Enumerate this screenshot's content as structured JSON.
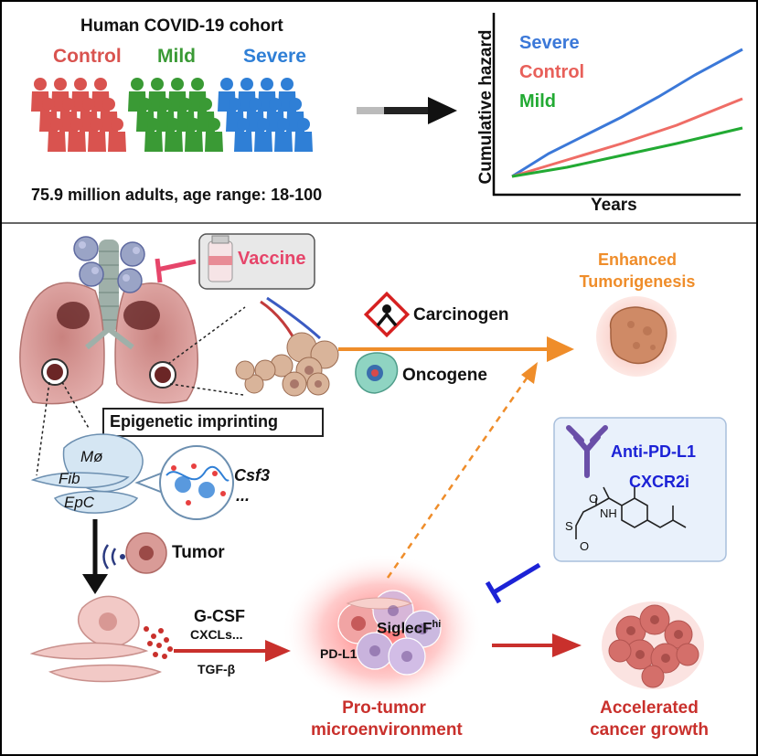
{
  "cohort": {
    "title": "Human COVID-19 cohort",
    "groups": [
      {
        "label": "Control",
        "color": "#d9534f"
      },
      {
        "label": "Mild",
        "color": "#3a9a35"
      },
      {
        "label": "Severe",
        "color": "#2f7fd6"
      }
    ],
    "caption": "75.9 million adults, age range: 18-100"
  },
  "hazard_plot": {
    "ylabel": "Cumulative hazard",
    "xlabel": "Years",
    "legend": [
      {
        "label": "Severe",
        "color": "#3b78d8"
      },
      {
        "label": "Control",
        "color": "#e8605a"
      },
      {
        "label": "Mild",
        "color": "#22aa33"
      }
    ]
  },
  "lower": {
    "vaccine": "Vaccine",
    "epigenetic": "Epigenetic imprinting",
    "cells": [
      "Mø",
      "Fib",
      "EpC"
    ],
    "gene": "Csf3",
    "gene_more": "...",
    "tumor": "Tumor",
    "carcinogen": "Carcinogen",
    "oncogene": "Oncogene",
    "enhanced": [
      "Enhanced",
      "Tumorigenesis"
    ],
    "drugs": [
      "Anti-PD-L1",
      "CXCR2i"
    ],
    "factors": {
      "gcsf": "G-CSF",
      "cxcls": "CXCLs...",
      "tgfb": "TGF-β"
    },
    "siglec": "SiglecF",
    "siglec_sup": "hi",
    "pdl1": "PD-L1",
    "micro": [
      "Pro-tumor",
      "microenvironment"
    ],
    "growth": [
      "Accelerated",
      "cancer growth"
    ]
  },
  "colors": {
    "orange": "#ef8d2a",
    "red": "#c9302c",
    "blue": "#1c22d6",
    "vaccine_pink": "#e6456a"
  }
}
